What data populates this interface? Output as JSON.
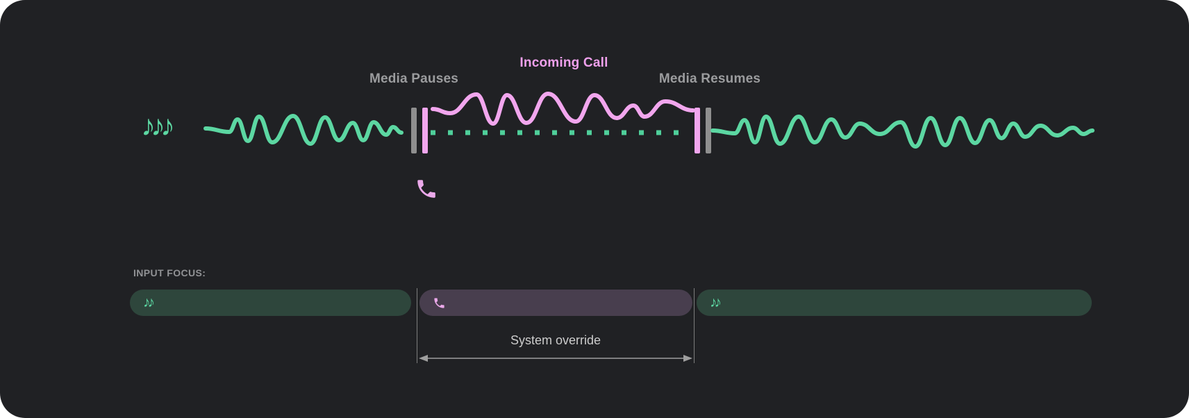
{
  "diagram": {
    "media_pauses": "Media Pauses",
    "incoming_call": "Incoming Call",
    "media_resumes": "Media Resumes"
  },
  "timeline": {
    "input_focus_label": "INPUT FOCUS:",
    "system_override": "System override",
    "segments": [
      {
        "type": "media",
        "icon": "music-notes"
      },
      {
        "type": "call",
        "icon": "phone"
      },
      {
        "type": "media",
        "icon": "music-notes"
      }
    ]
  },
  "icons": {
    "music_notes_top": "♪♪♪",
    "music_notes_small": "♪♪",
    "phone": "call-handset"
  },
  "colors": {
    "panel_bg": "#202124",
    "media_green": "#5cd7a2",
    "call_pink": "#f2a6ee",
    "incoming_call_text": "#efa0ec",
    "label_gray": "#9b9c9e",
    "override_text": "#cccccc",
    "media_bar_bg": "#2e463c",
    "call_bar_bg": "#483e4e",
    "marker_gray": "#8f8f8f",
    "arrow_gray": "#9e9e9e"
  }
}
